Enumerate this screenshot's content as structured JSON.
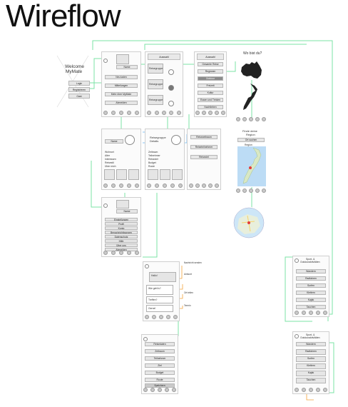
{
  "title": "Wireflow",
  "welcome": {
    "title_line1": "Welcome",
    "title_line2": "MyMate",
    "buttons": [
      "Login",
      "Registrieren",
      "Gast"
    ]
  },
  "home": {
    "header": "Name",
    "items": [
      "Neu laden",
      "Mitteilungen",
      "Mehr über MyMate",
      "Abmelden"
    ]
  },
  "auswahl": {
    "header": "Auswahl",
    "cards": [
      "Reisegruppe",
      "Reisegruppe",
      "Reisegruppe"
    ]
  },
  "auswahl2": {
    "header": "Auswahl",
    "items": [
      "Gesamte Reise",
      "Regionen",
      "Outdoor",
      "Freizeit",
      "Kultur",
      "Essen und Trinken",
      "Nachtleben"
    ]
  },
  "map_screen": {
    "title": "Wo bist du?"
  },
  "profile": {
    "header": "Name",
    "lines": [
      "Wohnort",
      "Alter",
      "Interessen",
      "Reisestil",
      "Über mich"
    ]
  },
  "group_detail": {
    "header_line1": "Reisegruppe",
    "header_line2": "Details",
    "lines": [
      "Zeitraum",
      "Teilnehmer",
      "Reiseziel",
      "Budget",
      "Route"
    ]
  },
  "group_form": {
    "items": [
      "Reisezeitraum",
      "Reiseteilnehmer",
      "Reiseziel"
    ]
  },
  "region": {
    "title_line1": "Finde deine",
    "title_line2": "Region",
    "search_label": "Ort suchen",
    "region_label": "Region"
  },
  "settings": {
    "header": "Name",
    "items": [
      "Einstellungen",
      "Profil",
      "Konto",
      "Benachrichtigungen",
      "Datenschutz",
      "Hilfe",
      "Über uns",
      "Abmelden"
    ]
  },
  "chat": {
    "messages": [
      "Hallo!",
      "Wie geht's?",
      "Treffen?",
      "Gerne!"
    ],
    "notes": [
      "Nachricht senden",
      "Antwort",
      "Ort teilen",
      "Termin"
    ]
  },
  "form_screen": {
    "items": [
      "Reisedaten",
      "Zeitraum",
      "Teilnehmer",
      "Ziel",
      "Budget",
      "Route",
      "Speichern"
    ]
  },
  "sport": {
    "title_line1": "Sport- &",
    "title_line2": "Outdooraktivitäten",
    "items": [
      "Wandern",
      "Radfahren",
      "Surfen",
      "Klettern",
      "Kajak",
      "Tauchen"
    ]
  },
  "sport2": {
    "title_line1": "Sport- &",
    "title_line2": "Outdooraktivitäten",
    "items": [
      "Wandern",
      "Radfahren",
      "Surfen",
      "Klettern",
      "Kajak",
      "Tauchen"
    ]
  },
  "colors": {
    "flow_line": "#7be3a6",
    "orange_link": "#f2a23a",
    "blue_link": "#6bb7f0",
    "screen_fill": "#fbfbfb",
    "highlight": "#8c8c8c"
  }
}
